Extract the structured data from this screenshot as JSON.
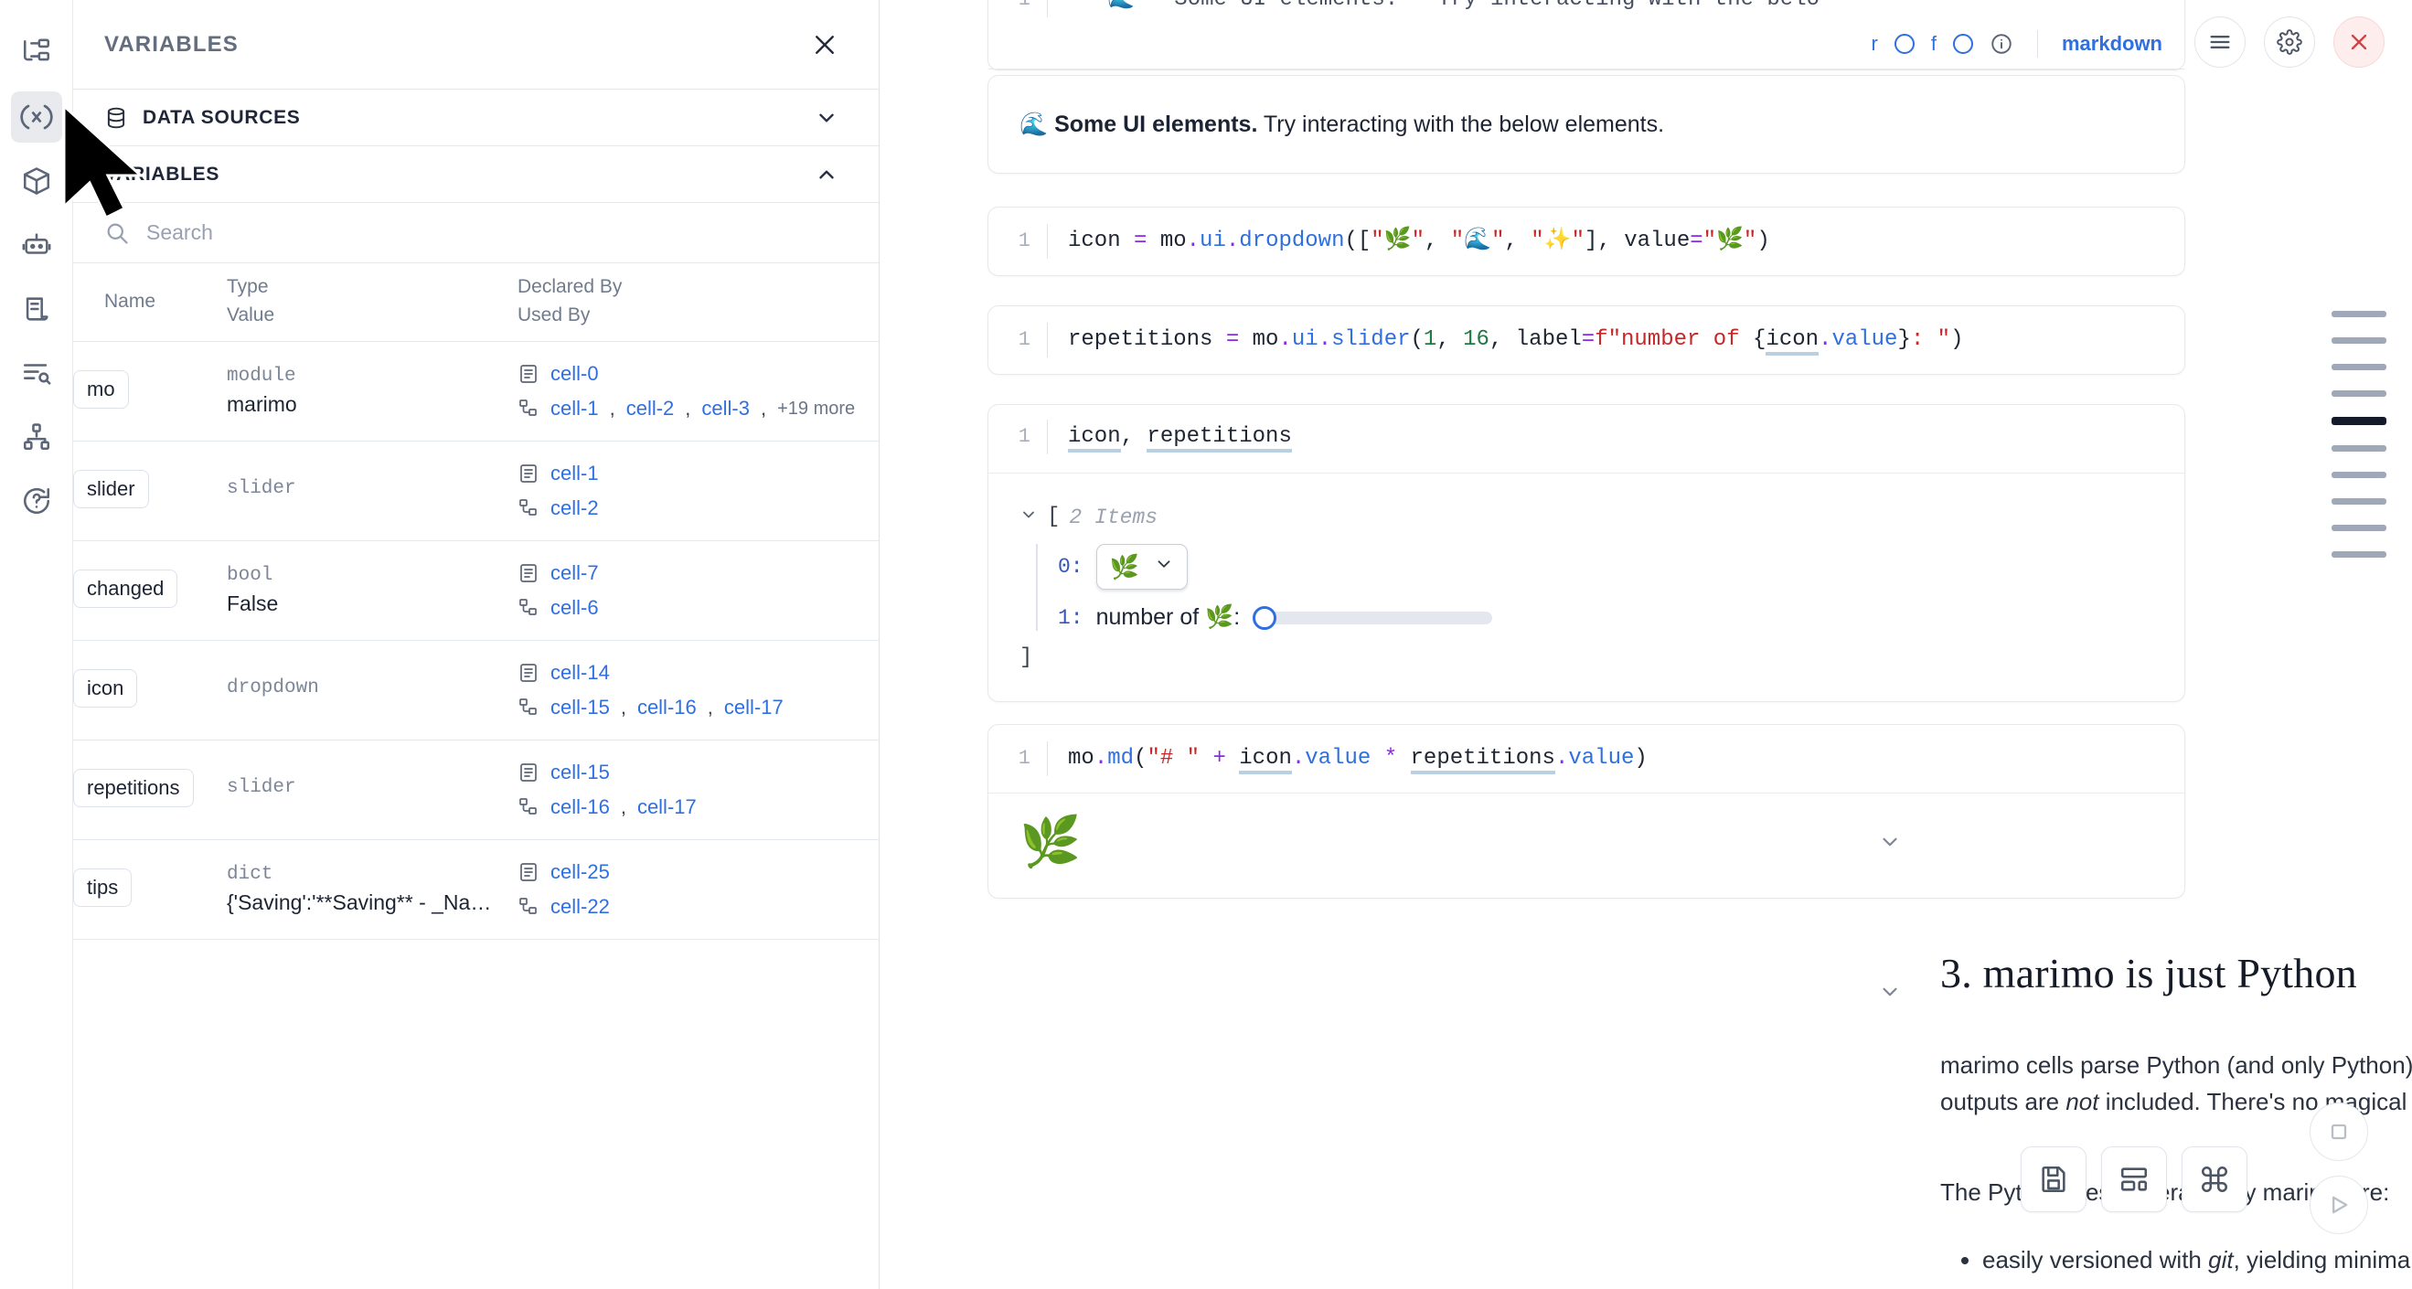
{
  "rail": {
    "items": [
      {
        "name": "file-explorer-icon",
        "label": "File Explorer"
      },
      {
        "name": "variables-icon",
        "label": "Variables",
        "active": true
      },
      {
        "name": "packages-icon",
        "label": "Packages"
      },
      {
        "name": "copilot-icon",
        "label": "AI Assistant"
      },
      {
        "name": "documentation-icon",
        "label": "Documentation"
      },
      {
        "name": "outline-icon",
        "label": "Outline"
      },
      {
        "name": "dependency-graph-icon",
        "label": "Dependency Graph"
      },
      {
        "name": "help-icon",
        "label": "Help"
      }
    ]
  },
  "panel": {
    "title": "VARIABLES",
    "close_label": "×",
    "sections": [
      {
        "label": "DATA SOURCES",
        "expanded": false
      },
      {
        "label": "VARIABLES",
        "expanded": true
      }
    ],
    "search": {
      "placeholder": "Search",
      "value": ""
    },
    "table": {
      "headers": {
        "name": "Name",
        "type": "Type",
        "value": "Value",
        "declared_by": "Declared By",
        "used_by": "Used By"
      },
      "rows": [
        {
          "name": "mo",
          "type": "module",
          "value": "marimo",
          "declared_by": [
            "cell-0"
          ],
          "used_by": [
            "cell-1",
            "cell-2",
            "cell-3"
          ],
          "more": "+19 more"
        },
        {
          "name": "slider",
          "type": "slider",
          "value": "",
          "declared_by": [
            "cell-1"
          ],
          "used_by": [
            "cell-2"
          ],
          "more": ""
        },
        {
          "name": "changed",
          "type": "bool",
          "value": "False",
          "declared_by": [
            "cell-7"
          ],
          "used_by": [
            "cell-6"
          ],
          "more": ""
        },
        {
          "name": "icon",
          "type": "dropdown",
          "value": "",
          "declared_by": [
            "cell-14"
          ],
          "used_by": [
            "cell-15",
            "cell-16",
            "cell-17"
          ],
          "more": ""
        },
        {
          "name": "repetitions",
          "type": "slider",
          "value": "",
          "declared_by": [
            "cell-15"
          ],
          "used_by": [
            "cell-16",
            "cell-17"
          ],
          "more": ""
        },
        {
          "name": "tips",
          "type": "dict",
          "value": "{'Saving':'**Saving** - _Na…",
          "declared_by": [
            "cell-25"
          ],
          "used_by": [
            "cell-22"
          ],
          "more": ""
        }
      ]
    }
  },
  "notebook": {
    "top_cell": {
      "line_number": "1",
      "code_preview": "\"\"\"🌊 **Some UI elements.** Try interacting with the belo"
    },
    "toolbar": {
      "r_label": "r",
      "f_label": "f",
      "info_label": "i",
      "language": "markdown"
    },
    "window_controls": [
      {
        "name": "menu-icon",
        "label": "Menu"
      },
      {
        "name": "gear-icon",
        "label": "Settings"
      },
      {
        "name": "close-icon",
        "label": "Close"
      }
    ],
    "cells": [
      {
        "type": "markdown-output",
        "emoji": "🌊",
        "bold_text": "Some UI elements.",
        "rest_text": " Try interacting with the below elements."
      },
      {
        "type": "code",
        "line_number": "1",
        "code": "icon = mo.ui.dropdown([\"🌿\", \"🌊\", \"✨\"], value=\"🌿\")"
      },
      {
        "type": "code",
        "line_number": "1",
        "code": "repetitions = mo.ui.slider(1, 16, label=f\"number of {icon.value}: \")"
      },
      {
        "type": "code-with-output",
        "line_number": "1",
        "code": "icon, repetitions",
        "output": {
          "items_label": "2 Items",
          "open_bracket": "[",
          "close_bracket": "]",
          "entries": [
            {
              "key": "0:",
              "widget": "dropdown",
              "value": "🌿"
            },
            {
              "key": "1:",
              "widget": "slider",
              "label": "number of 🌿:",
              "value": 1,
              "min": 1,
              "max": 16
            }
          ]
        }
      },
      {
        "type": "code-with-output",
        "line_number": "1",
        "code": "mo.md(\"# \" + icon.value * repetitions.value)",
        "output": {
          "emoji": "🌿"
        }
      }
    ],
    "section": {
      "heading": "3. marimo is just Python",
      "paragraphs": [
        "marimo cells parse Python (and only Python), and marimo notebooks are stored as pure Python files — outputs are not included. There's no magical syntax.",
        "The Python files generated by marimo are:"
      ],
      "emphasis_word": "not",
      "bullets": [
        "easily versioned with git, yielding minimal diffs"
      ]
    },
    "fab_buttons": [
      {
        "name": "save-icon",
        "label": "Save"
      },
      {
        "name": "layout-icon",
        "label": "Layout"
      },
      {
        "name": "command-palette-icon",
        "label": "Command Palette"
      }
    ],
    "round_buttons": [
      {
        "name": "stop-icon",
        "label": "Interrupt"
      },
      {
        "name": "run-icon",
        "label": "Run"
      }
    ],
    "minimap": {
      "marks": 10,
      "active_index": 4
    }
  },
  "colors": {
    "accent_blue": "#2f6fe0",
    "text_dark": "#1c2433",
    "muted": "#717b8d",
    "danger": "#d14343"
  }
}
